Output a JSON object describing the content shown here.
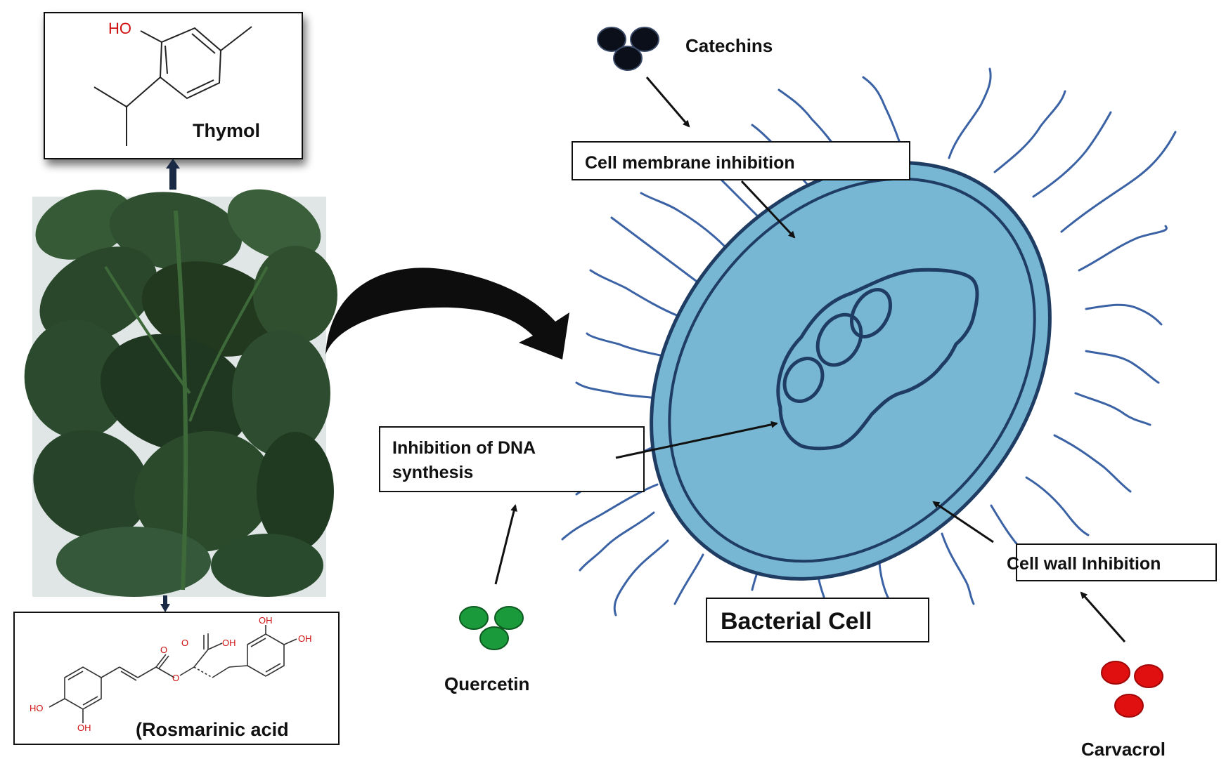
{
  "plant": {
    "image_alt": "mint-leaves-photo"
  },
  "thymol": {
    "name": "Thymol",
    "atom_ho": "HO"
  },
  "rosmarinic": {
    "name": "(Rosmarinic acid",
    "atom_oh_top": "OH",
    "atom_oh_right": "OH",
    "atom_oh_acid": "OH",
    "atom_o_carbonyl": "O",
    "atom_o_acid": "O",
    "atom_o_ester": "O",
    "atom_ho_left": "HO",
    "atom_oh_bottom": "OH"
  },
  "labels": {
    "catechins": "Catechins",
    "cell_membrane": "Cell membrane inhibition",
    "dna": [
      "Inhibition of DNA",
      "synthesis"
    ],
    "cell_wall": "Cell wall Inhibition",
    "bacterial_cell": "Bacterial Cell",
    "quercetin": "Quercetin",
    "carvacrol": "Carvacrol"
  },
  "colors": {
    "catechins": "#0a0f1a",
    "quercetin": "#1a9a3a",
    "carvacrol": "#e01010",
    "cell_fill": "#78b7d3",
    "cell_stroke": "#1f3d63",
    "flagella": "#3a62a4",
    "heteroatom": "#d01010"
  }
}
